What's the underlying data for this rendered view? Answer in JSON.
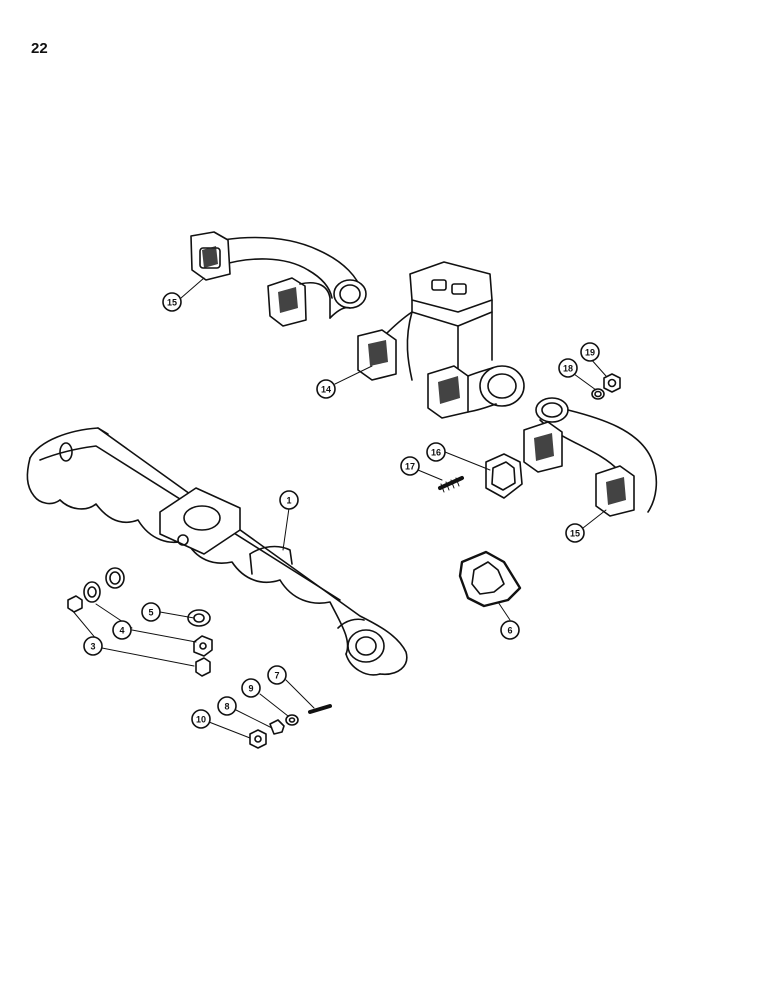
{
  "page_number": "22",
  "callouts": [
    {
      "id": "c1",
      "label": "1"
    },
    {
      "id": "c3",
      "label": "3"
    },
    {
      "id": "c4",
      "label": "4"
    },
    {
      "id": "c5",
      "label": "5"
    },
    {
      "id": "c6",
      "label": "6"
    },
    {
      "id": "c7",
      "label": "7"
    },
    {
      "id": "c8",
      "label": "8"
    },
    {
      "id": "c9",
      "label": "9"
    },
    {
      "id": "c10",
      "label": "10"
    },
    {
      "id": "c14",
      "label": "14"
    },
    {
      "id": "c15a",
      "label": "15"
    },
    {
      "id": "c15b",
      "label": "15"
    },
    {
      "id": "c16",
      "label": "16"
    },
    {
      "id": "c17",
      "label": "17"
    },
    {
      "id": "c18",
      "label": "18"
    },
    {
      "id": "c19",
      "label": "19"
    }
  ]
}
